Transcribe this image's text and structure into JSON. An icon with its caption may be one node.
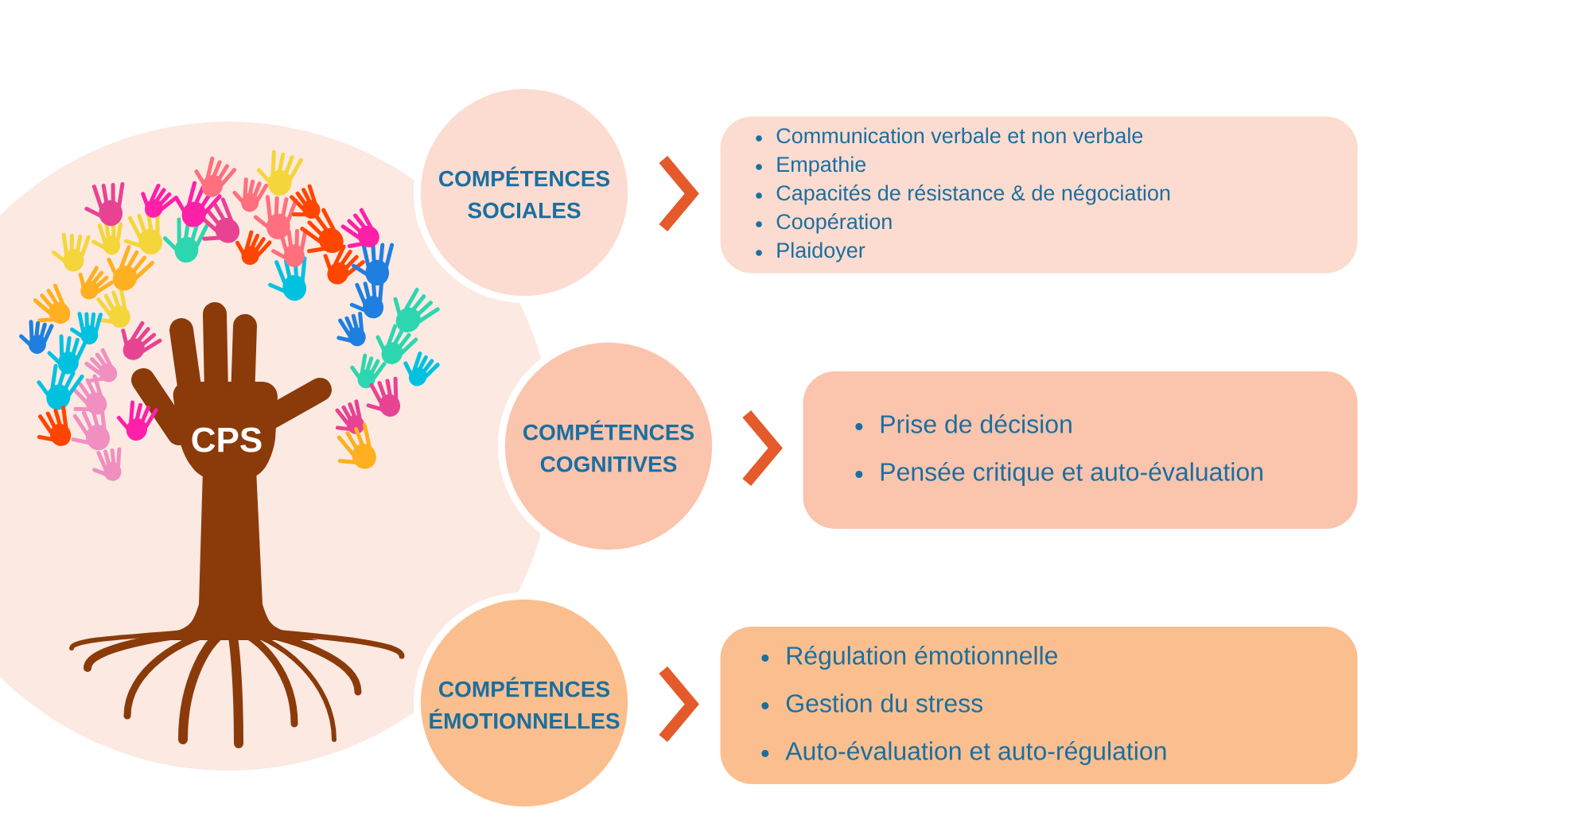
{
  "diagram": {
    "nodes": [
      {
        "text": [
          "COMPÉTENCES SOCIALES"
        ]
      },
      {
        "text": [
          "Communication verbale et non verbale",
          "Empathie",
          "Capacités de résistance & de négociation",
          "Coopération",
          "Plaidoyer"
        ]
      },
      {
        "text": [
          "COMPÉTENCES COGNITIVES"
        ]
      },
      {
        "text": [
          "Prise de décision",
          "Pensée critique et auto-évaluation"
        ]
      },
      {
        "text": [
          "COMPÉTENCES ÉMOTIONNELLES"
        ]
      },
      {
        "text": [
          "Régulation émotionnelle",
          "Gestion du stress",
          "Auto-évaluation et auto-régulation"
        ]
      }
    ],
    "edges": [
      {
        "from": 0,
        "to": 1,
        "arrow": "to"
      },
      {
        "from": 2,
        "to": 3,
        "arrow": "to"
      },
      {
        "from": 4,
        "to": 5,
        "arrow": "to"
      }
    ],
    "labels": [
      "CPS"
    ]
  }
}
